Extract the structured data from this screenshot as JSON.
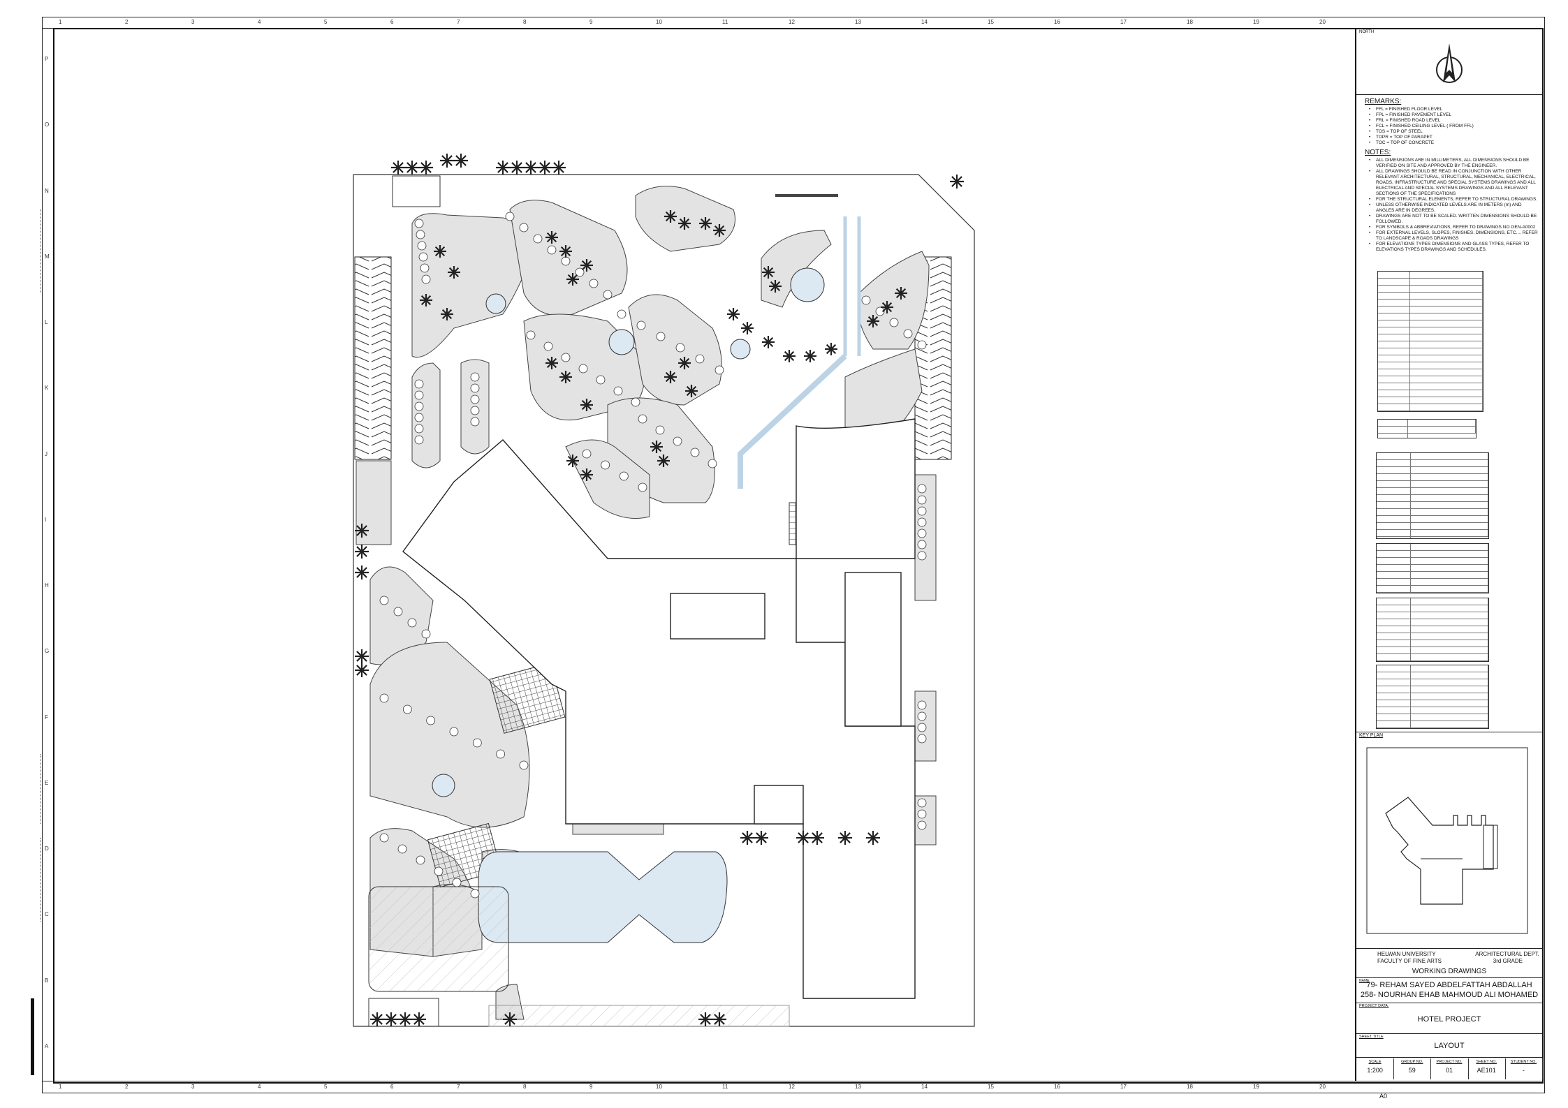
{
  "grid": {
    "columns": [
      "1",
      "2",
      "3",
      "4",
      "5",
      "6",
      "7",
      "8",
      "9",
      "10",
      "11",
      "12",
      "13",
      "14",
      "15",
      "16",
      "17",
      "18",
      "19",
      "20"
    ],
    "rows": [
      "A",
      "B",
      "C",
      "D",
      "E",
      "F",
      "G",
      "H",
      "I",
      "J",
      "K",
      "L",
      "M",
      "N",
      "O",
      "P"
    ]
  },
  "title_block": {
    "north_label": "NORTH",
    "remarks_title": "REMARKS:",
    "remarks": [
      "FFL = FINISHED FLOOR LEVEL",
      "FPL = FINISHED PAVEMENT LEVEL",
      "FRL = FINISHED ROAD LEVEL",
      "FCL = FINISHED CEILING LEVEL ( FROM FFL)",
      "TOS = TOP OF STEEL",
      "TOPR = TOP OF PARAPET",
      "TOC = TOP OF CONCRETE"
    ],
    "notes_title": "NOTES:",
    "notes": [
      "ALL DIMENSIONS ARE IN MILLIMETERS, ALL DIMENSIONS SHOULD BE VERIFIED ON SITE AND APPROVED BY THE ENGINEER.",
      "ALL DRAWINGS SHOULD BE READ IN CONJUNCTION WITH OTHER RELEVANT ARCHITECTURAL, STRUCTURAL, MECHANICAL, ELECTRICAL, ROADS, INFRASTRUCTURE AND SPECIAL SYSTEMS DRAWINGS AND ALL ELECTRICAL AND SPECIAL SYSTEMS DRAWINGS AND ALL RELEVANT SECTIONS OF THE SPECIFICATIONS",
      "FOR THE STRUCTURAL ELEMENTS, REFER TO STRUCTURAL DRAWINGS.",
      "UNLESS OTHERWISE INDICATED LEVELS ARE IN METERS (m) AND ANGLES ARE IN DEGREES.",
      "DRAWINGS ARE NOT TO BE SCALED. WRITTEN DIMENSIONS SHOULD BE FOLLOWED.",
      "FOR SYMBOLS & ABBREVIATIONS, REFER TO DRAWINGS NO GEN-A0002",
      "FOR EXTERNAL LEVELS, SLOPES, FINISHES, DIMENSIONS, ETC.... REFER TO LANDSCAPE & ROADS DRAWINGS",
      "FOR ELEVATIONS TYPES DIMENSIONS AND GLASS TYPES, REFER TO ELEVATIONS TYPES DRAWINGS AND SCHEDULES."
    ],
    "key_plan_label": "KEY PLAN",
    "university": "HELWAN UNIVERSITY",
    "faculty": "FACULTY OF FINE ARTS",
    "department": "ARCHITECTURAL DEPT.",
    "grade": "3rd GRADE",
    "course": "WORKING DRAWINGS",
    "name_label": "NAME",
    "student_1": "79- REHAM SAYED ABDELFATTAH ABDALLAH",
    "student_2": "258- NOURHAN EHAB MAHMOUD ALI MOHAMED",
    "project_data_label": "PROJECT DATA:",
    "project_name": "HOTEL PROJECT",
    "sheet_title_label": "SHEET TITLE",
    "sheet_title": "LAYOUT",
    "fields": [
      {
        "label": "SCALE",
        "value": "1:200"
      },
      {
        "label": "GROUP NO.",
        "value": "59"
      },
      {
        "label": "PROJECT NO.",
        "value": "01"
      },
      {
        "label": "SHEET NO.",
        "value": "AE101"
      },
      {
        "label": "STUDENT NO.",
        "value": "-"
      }
    ],
    "paper_size": "A0"
  },
  "colors": {
    "landscape_fill": "#e3e3e3",
    "water_fill": "#dce8f2",
    "line": "#222222"
  }
}
